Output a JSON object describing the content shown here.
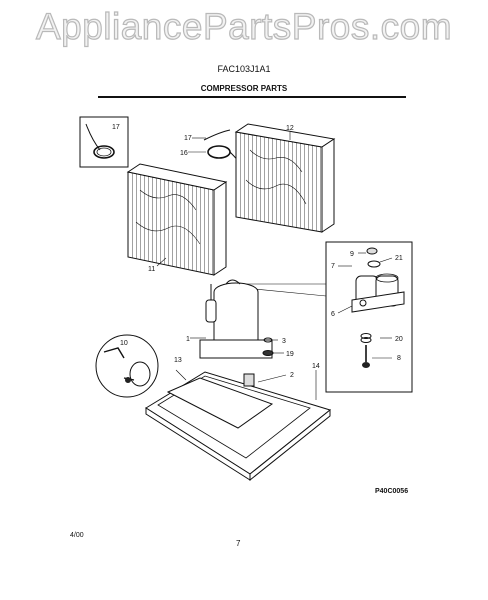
{
  "watermark": "AppliancePartsPros.com",
  "model": "FAC103J1A1",
  "section_title": "COMPRESSOR PARTS",
  "diagram_code": "P40C0056",
  "date": "4/00",
  "page_number": "7",
  "callouts": {
    "c1": "1",
    "c2": "2",
    "c3": "3",
    "c6": "6",
    "c7": "7",
    "c8": "8",
    "c9": "9",
    "c10": "10",
    "c11": "11",
    "c12": "12",
    "c13": "13",
    "c14": "14",
    "c16": "16",
    "c17a": "17",
    "c17b": "17",
    "c19": "19",
    "c20": "20",
    "c21": "21"
  }
}
